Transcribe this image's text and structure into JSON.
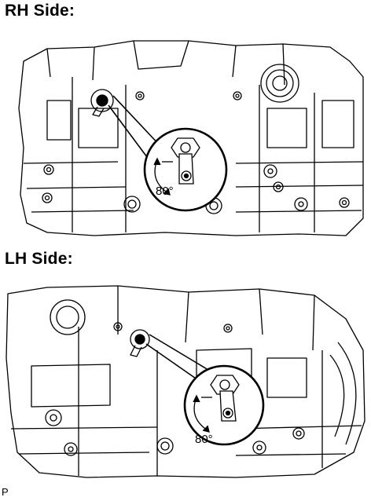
{
  "rh": {
    "heading": "RH Side:",
    "angle": "80°"
  },
  "lh": {
    "heading": "LH Side:",
    "angle": "80°"
  },
  "figure_code": "P"
}
